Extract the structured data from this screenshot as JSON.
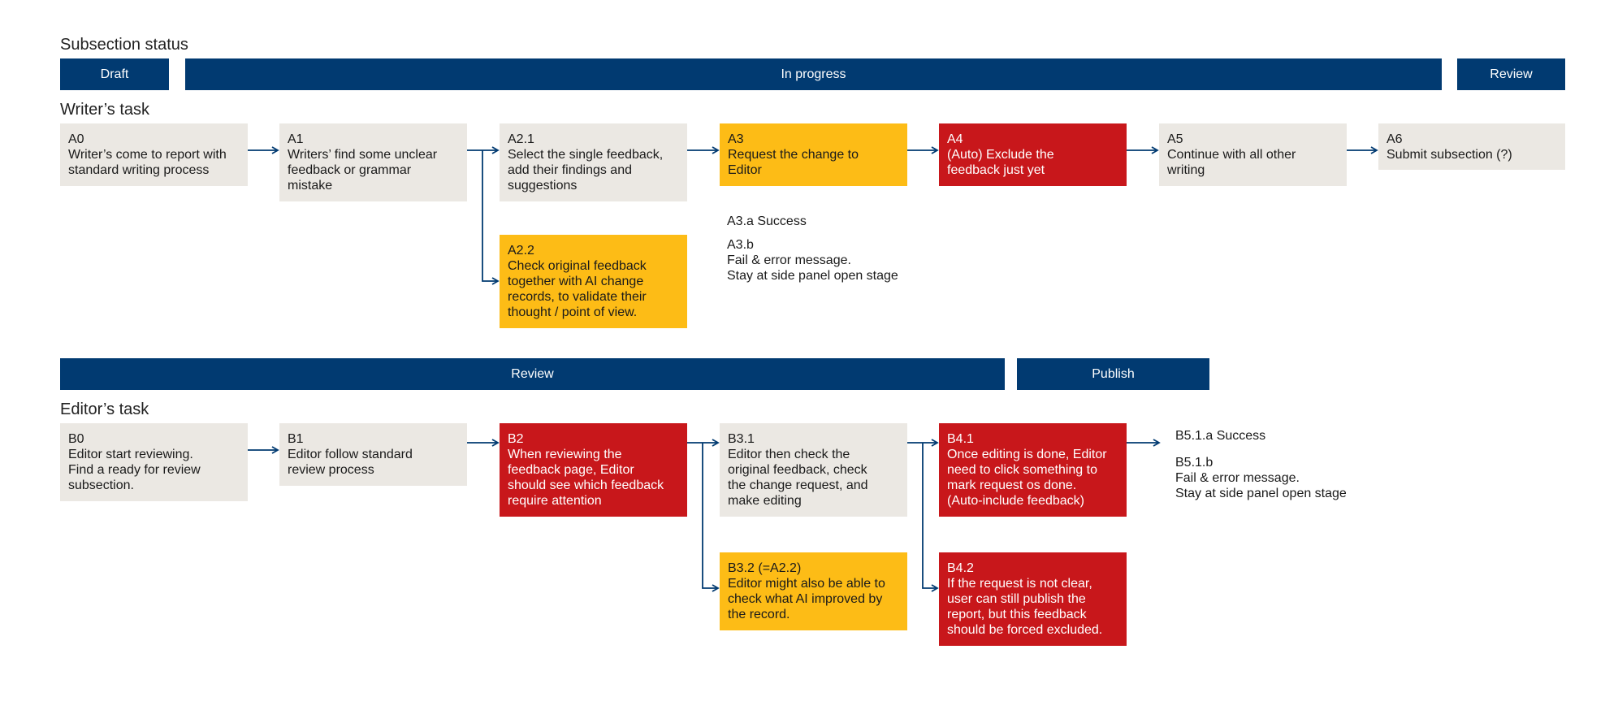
{
  "writer": {
    "status_title": "Subsection status",
    "stages": [
      "Draft",
      "In progress",
      "Review"
    ],
    "task_title": "Writer’s task",
    "boxes": [
      {
        "code": "A0",
        "text": "Writer’s come to report with\nstandard writing process"
      },
      {
        "code": "A1",
        "text": "Writers’ find some unclear\nfeedback or grammar\nmistake"
      },
      {
        "code": "A2.1",
        "text": "Select the single feedback,\nadd their findings and\nsuggestions"
      },
      {
        "code": "A3",
        "text": "Request the change to\nEditor"
      },
      {
        "code": "A4",
        "text": "(Auto) Exclude the\nfeedback just yet"
      },
      {
        "code": "A5",
        "text": "Continue with all other\nwriting"
      },
      {
        "code": "A6",
        "text": "Submit subsection (?)"
      },
      {
        "code": "A2.2",
        "text": "Check original feedback\ntogether with AI change\nrecords, to validate their\nthought / point of view."
      }
    ],
    "notes": [
      {
        "title": "A3.a Success",
        "text": ""
      },
      {
        "title": "A3.b",
        "text": "Fail & error message.\nStay at side panel open stage"
      }
    ]
  },
  "editor": {
    "stages": [
      "Review",
      "Publish"
    ],
    "task_title": "Editor’s task",
    "boxes": [
      {
        "code": "B0",
        "text": "Editor start reviewing.\nFind a ready for review\nsubsection."
      },
      {
        "code": "B1",
        "text": "Editor follow standard\nreview process"
      },
      {
        "code": "B2",
        "text": "When reviewing the\nfeedback page, Editor\nshould see which feedback\nrequire attention"
      },
      {
        "code": "B3.1",
        "text": "Editor then check the\noriginal feedback, check\nthe change request, and\nmake editing"
      },
      {
        "code": "B4.1",
        "text": "Once editing is done, Editor\nneed to click something to\nmark request os done.\n(Auto-include feedback)"
      },
      {
        "code": "B3.2 (=A2.2)",
        "text": "Editor might also be able to\ncheck what AI improved by\nthe record."
      },
      {
        "code": "B4.2",
        "text": "If the request is not clear,\nuser can still publish the\nreport, but this feedback\nshould be forced excluded."
      }
    ],
    "notes": [
      {
        "title": "B5.1.a Success",
        "text": ""
      },
      {
        "title": "B5.1.b",
        "text": "Fail & error message.\nStay at side panel open stage"
      }
    ]
  },
  "colors": {
    "stage_bg": "#013a71",
    "grey_box": "#ebe8e3",
    "yellow_box": "#fdbc16",
    "red_box": "#c8171b",
    "arrow": "#013a71"
  }
}
